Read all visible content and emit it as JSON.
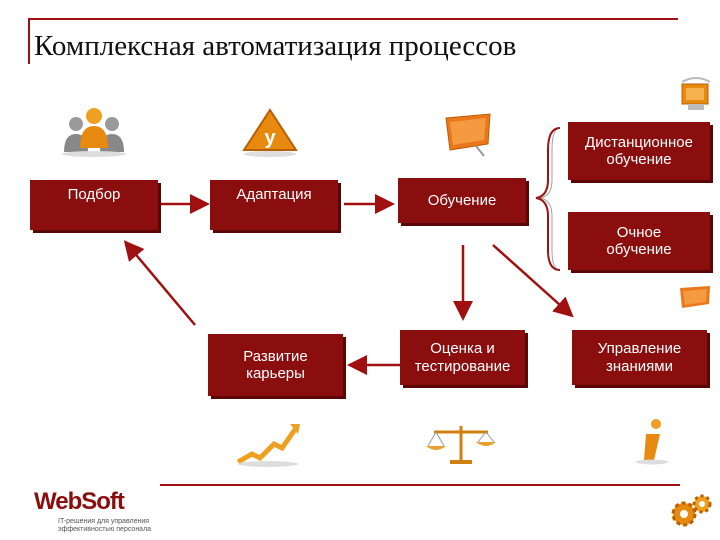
{
  "title": "Комплексная автоматизация процессов",
  "boxes": {
    "podbor": "Подбор",
    "adaptaciya": "Адаптация",
    "obuchenie": "Обучение",
    "distancionnoe": "Дистанционное\nобучение",
    "ochnoe": "Очное\nобучение",
    "razvitie": "Развитие\nкарьеры",
    "ocenka": "Оценка и\nтестирование",
    "upravlenie": "Управление\nзнаниями"
  },
  "logo": {
    "name": "WebSoft",
    "tagline": "IT-решения для управления эффективностью персонала"
  },
  "colors": {
    "box": "#8b0e0e",
    "arrow": "#a01010",
    "accent": "#e07a10"
  }
}
